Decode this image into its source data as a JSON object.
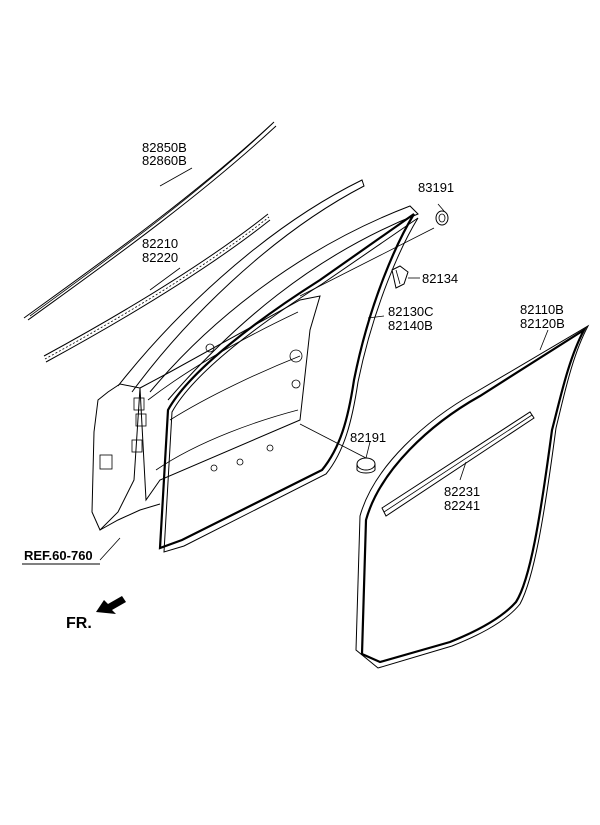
{
  "callouts": {
    "drip_molding": [
      "82850B",
      "82860B"
    ],
    "belt_weatherstrip": [
      "82210",
      "82220"
    ],
    "plug_top": "83191",
    "clip": "82134",
    "door_weatherstrip": [
      "82130C",
      "82140B"
    ],
    "plug_bottom": "82191",
    "body_weatherstrip": [
      "82110B",
      "82120B"
    ],
    "trim_strip": [
      "82231",
      "82241"
    ]
  },
  "reference": "REF.60-760",
  "front_indicator": "FR."
}
